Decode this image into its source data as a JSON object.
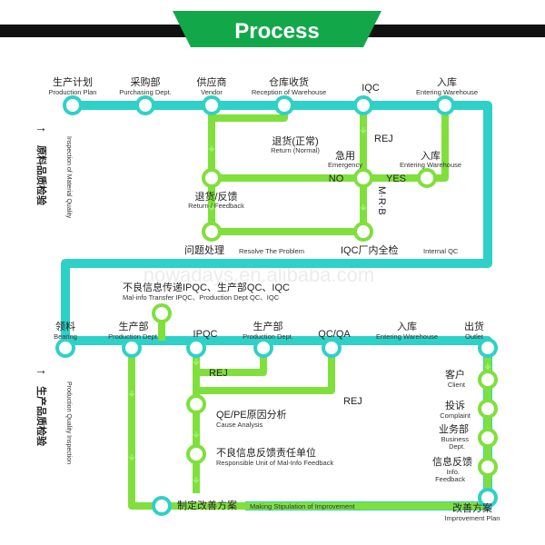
{
  "header": {
    "title": "Process"
  },
  "watermark": "nowadays.en.alibaba.com",
  "sections": {
    "material": {
      "cn": "原料品质检验",
      "en": "Inspection of Material Quality"
    },
    "production": {
      "cn": "生产品质检验",
      "en": "Production Quality Inspection"
    }
  },
  "top": {
    "production_plan": {
      "cn": "生产计划",
      "en": "Production Plan"
    },
    "purchasing": {
      "cn": "采购部",
      "en": "Purchasing Dept."
    },
    "vendor": {
      "cn": "供应商",
      "en": "Vendor"
    },
    "reception": {
      "cn": "仓库收货",
      "en": "Reception of Warehouse"
    },
    "iqc": {
      "cn": "IQC"
    },
    "entering": {
      "cn": "入库",
      "en": "Entering Warehouse"
    },
    "return_normal": {
      "cn": "退货(正常)",
      "en": "Return (Normal)"
    },
    "rej": "REJ",
    "emergency": {
      "cn": "急用",
      "en": "Emergency"
    },
    "entering2": {
      "cn": "入库",
      "en": "Entering Warehouse"
    },
    "no": "NO",
    "yes": "YES",
    "mrb": "M·R·B",
    "return_feedback": {
      "cn": "退货/反馈",
      "en": "Return / Feedback"
    },
    "problem": {
      "cn": "问题处理",
      "en": "Resolve The Problem"
    },
    "iqc_internal": {
      "cn": "IQC厂内全检",
      "en": "Internal QC"
    }
  },
  "bottom": {
    "malinfo": {
      "cn": "不良信息传递IPQC、生产部QC、IQC",
      "en": "Mal-info Transfer IPQC、Production Dept QC、IQC"
    },
    "bearing": {
      "cn": "领料",
      "en": "Bearing"
    },
    "production_dept": {
      "cn": "生产部",
      "en": "Production Dept."
    },
    "ipqc": {
      "cn": "IPQC"
    },
    "production_dept2": {
      "cn": "生产部",
      "en": "Production Dept."
    },
    "qcqa": {
      "cn": "QC/QA"
    },
    "entering": {
      "cn": "入库",
      "en": "Entering Warehouse"
    },
    "outlet": {
      "cn": "出货",
      "en": "Outlet"
    },
    "rej1": "REJ",
    "rej2": "REJ",
    "cause": {
      "cn": "QE/PE原因分析",
      "en": "Cause Analysis"
    },
    "responsible": {
      "cn": "不良信息反馈责任单位",
      "en": "Responsible Unit of Mal-Info Feedback"
    },
    "stipulation": {
      "cn": "制定改善方案",
      "en": "Making Stipulation of Improvement"
    },
    "client": {
      "cn": "客户",
      "en": "Client"
    },
    "complaint": {
      "cn": "投诉",
      "en": "Complaint"
    },
    "business": {
      "cn": "业务部",
      "en1": "Business",
      "en2": "Dept."
    },
    "info_feedback": {
      "cn": "信息反馈",
      "en1": "Info.",
      "en2": "Feedback"
    },
    "improvement": {
      "cn": "改善方案",
      "en": "Improvement Plan"
    }
  },
  "colors": {
    "teal": "#2ed1c8",
    "green": "#7fe03c",
    "header": "#12a84a",
    "node_fill": "#ffffff"
  }
}
